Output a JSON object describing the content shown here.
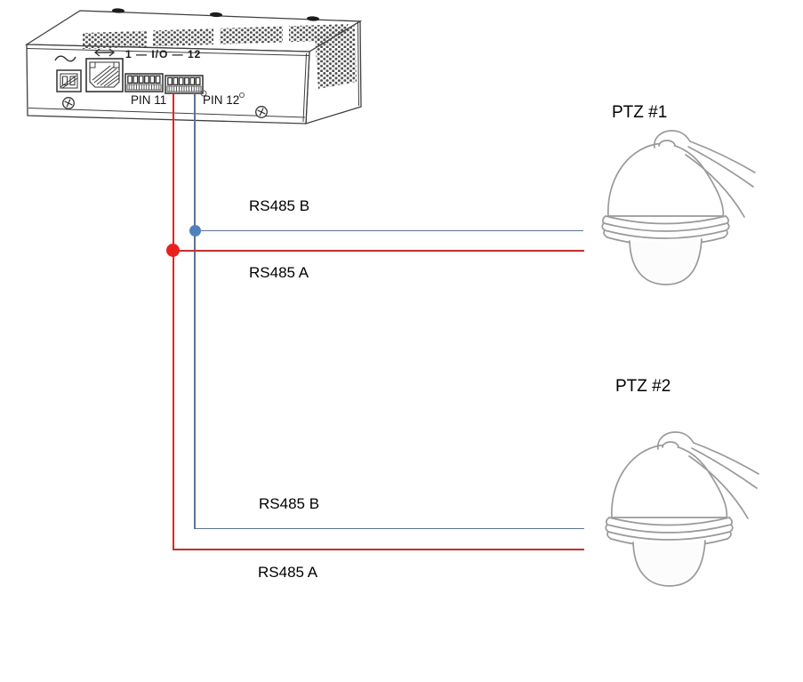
{
  "device": {
    "io_label": "1 — I/O — 12",
    "pin11_label": "PIN 11",
    "pin12_label": "PIN 12"
  },
  "wires": {
    "rs485_b_color": "#5b7396",
    "rs485_a_color": "#c0302c",
    "junction_b_dot_color": "#4f81bd",
    "junction_a_dot_color": "#e8211f"
  },
  "connections": {
    "ptz1": {
      "camera_label": "PTZ #1",
      "rs485_b_label": "RS485 B",
      "rs485_a_label": "RS485 A"
    },
    "ptz2": {
      "camera_label": "PTZ #2",
      "rs485_b_label": "RS485 B",
      "rs485_a_label": "RS485 A"
    }
  }
}
